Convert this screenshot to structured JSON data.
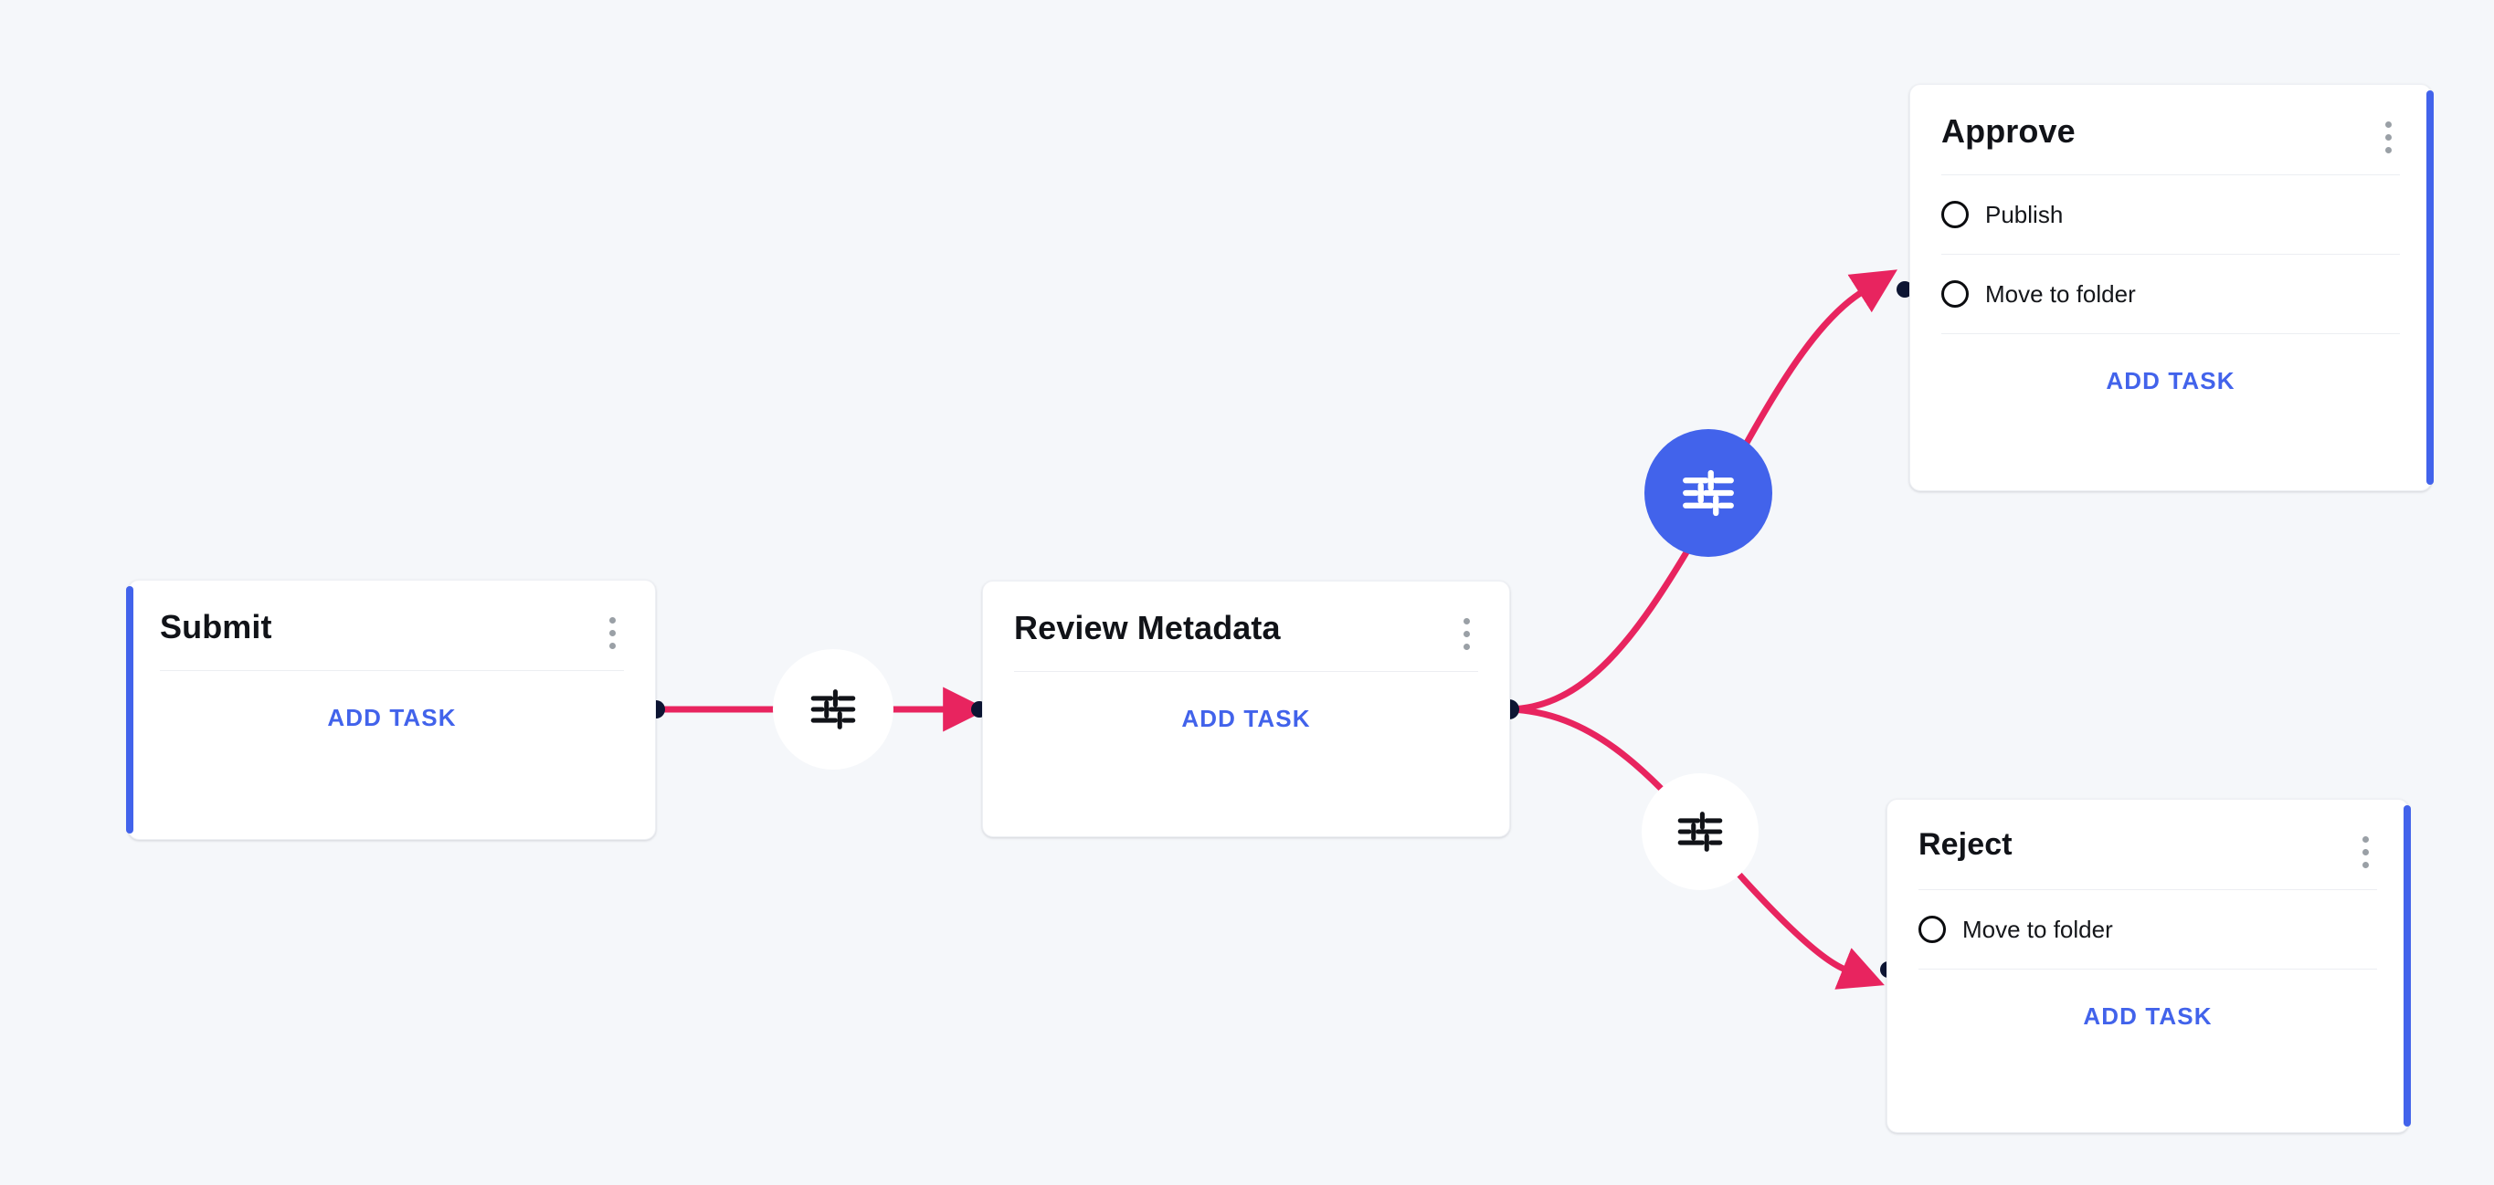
{
  "canvas": {
    "background": "#f5f7fa",
    "accent_blue": "#4263eb",
    "connector_pink": "#e8245f",
    "node_dot": "#0d1533"
  },
  "nodes": [
    {
      "id": "submit",
      "title": "Submit",
      "accent_side": "left",
      "tasks": [],
      "add_task_label": "ADD TASK"
    },
    {
      "id": "review_metadata",
      "title": "Review Metadata",
      "accent_side": "none",
      "tasks": [],
      "add_task_label": "ADD TASK"
    },
    {
      "id": "approve",
      "title": "Approve",
      "accent_side": "right",
      "tasks": [
        {
          "label": "Publish",
          "icon": "radio-circle-icon",
          "selected": false
        },
        {
          "label": "Move to folder",
          "icon": "radio-circle-icon",
          "selected": false
        }
      ],
      "add_task_label": "ADD TASK"
    },
    {
      "id": "reject",
      "title": "Reject",
      "accent_side": "right",
      "tasks": [
        {
          "label": "Move to folder",
          "icon": "radio-circle-icon",
          "selected": false
        }
      ],
      "add_task_label": "ADD TASK"
    }
  ],
  "edges": [
    {
      "id": "submit-to-review",
      "from": "submit",
      "to": "review_metadata",
      "badge": "tune-icon",
      "badge_style": "white"
    },
    {
      "id": "review-to-approve",
      "from": "review_metadata",
      "to": "approve",
      "badge": "tune-icon",
      "badge_style": "blue"
    },
    {
      "id": "review-to-reject",
      "from": "review_metadata",
      "to": "reject",
      "badge": "tune-icon",
      "badge_style": "white"
    }
  ],
  "icons": {
    "kebab": "more-vertical-icon",
    "tune": "tune-icon",
    "radio": "radio-circle-icon",
    "arrow": "arrowhead-icon"
  }
}
